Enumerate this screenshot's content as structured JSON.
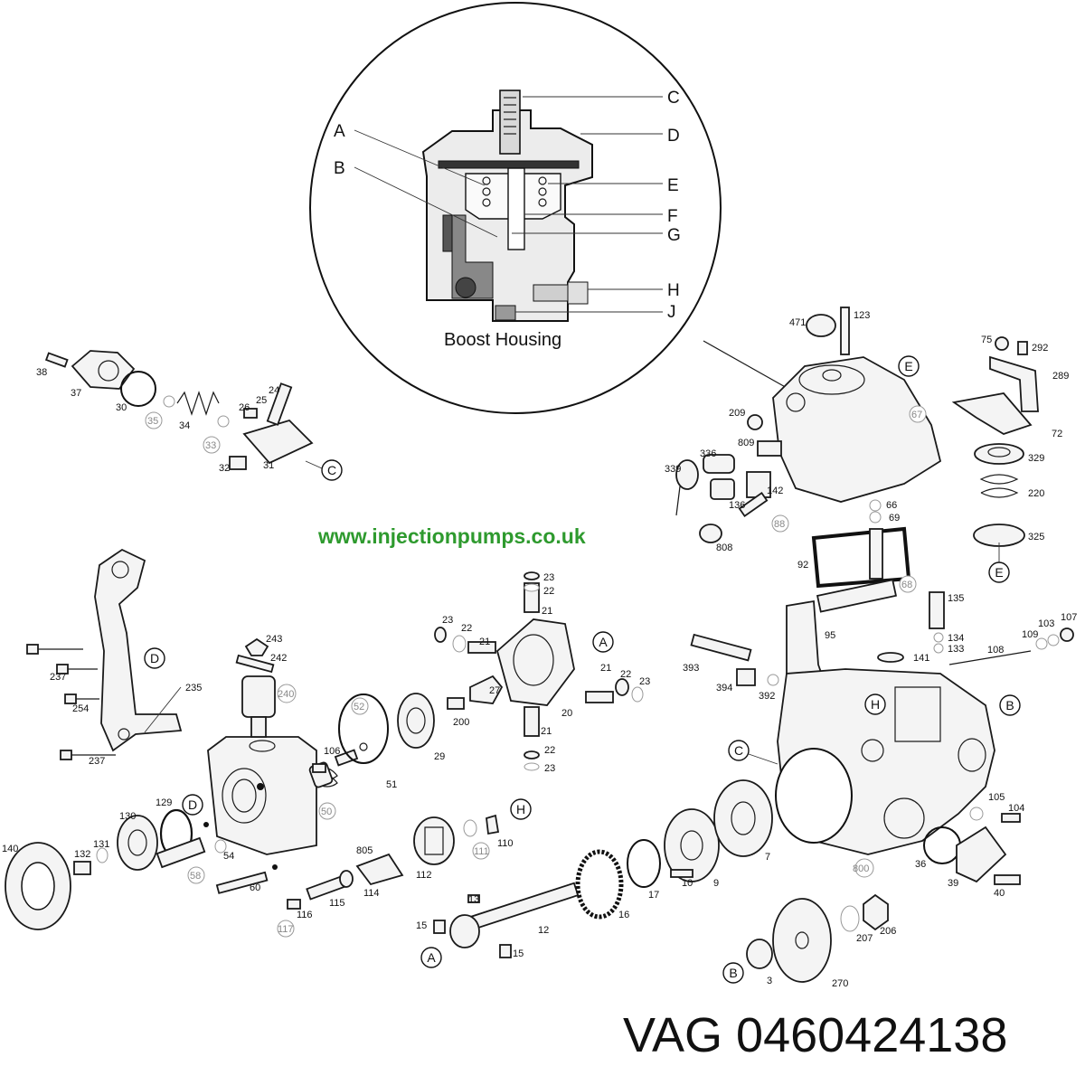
{
  "website": "www.injectionpumps.co.uk",
  "product_label": "VAG 0460424138",
  "inset": {
    "caption": "Boost Housing",
    "letters": [
      "A",
      "B",
      "C",
      "D",
      "E",
      "F",
      "G",
      "H",
      "J"
    ]
  },
  "bubbles": {
    "C_top": "C",
    "D_bracket": "D",
    "A_rotor": "A",
    "H_small": "H",
    "D_head": "D",
    "E_cover": "E",
    "E_bottom": "E",
    "H_housing": "H",
    "B_housing": "B",
    "C_housing": "C",
    "A_shaft": "A",
    "B_hub": "B"
  },
  "numbers": {
    "n38": "38",
    "n37": "37",
    "n30": "30",
    "n35": "35",
    "n34": "34",
    "n33": "33",
    "n26": "26",
    "n25": "25",
    "n24": "24",
    "n32": "32",
    "n31": "31",
    "n471": "471",
    "n123": "123",
    "n209": "209",
    "n67": "67",
    "n336": "336",
    "n809": "809",
    "n339": "339",
    "n136": "136",
    "n142": "142",
    "n88": "88",
    "n808": "808",
    "n66": "66",
    "n69": "69",
    "n75": "75",
    "n292": "292",
    "n289": "289",
    "n72": "72",
    "n329": "329",
    "n220": "220",
    "n325": "325",
    "n92": "92",
    "n68": "68",
    "n135": "135",
    "n95": "95",
    "n134": "134",
    "n133": "133",
    "n109": "109",
    "n103": "103",
    "n107": "107",
    "n108": "108",
    "n141": "141",
    "n393": "393",
    "n394": "394",
    "n392": "392",
    "n237a": "237",
    "n254": "254",
    "n237b": "237",
    "n235": "235",
    "n243": "243",
    "n242": "242",
    "n240": "240",
    "n52": "52",
    "n106": "106",
    "n51": "51",
    "n50": "50",
    "n23a": "23",
    "n22a": "22",
    "n21a": "21",
    "n23b": "23",
    "n22b": "22",
    "n21b": "21",
    "n27": "27",
    "n200": "200",
    "n29": "29",
    "n21c": "21",
    "n22c": "22",
    "n23c": "23",
    "n20": "20",
    "n21d": "21",
    "n22d": "22",
    "n23d": "23",
    "n140": "140",
    "n132": "132",
    "n131": "131",
    "n130": "130",
    "n129": "129",
    "n58": "58",
    "n54": "54",
    "n60": "60",
    "n805": "805",
    "n114": "114",
    "n112": "112",
    "n111": "111",
    "n110": "110",
    "n115": "115",
    "n116": "116",
    "n117": "117",
    "n13": "13",
    "n15a": "15",
    "n12": "12",
    "n15b": "15",
    "n16": "16",
    "n17": "17",
    "n10": "10",
    "n9": "9",
    "n7": "7",
    "n800": "800",
    "n36": "36",
    "n105": "105",
    "n104": "104",
    "n39": "39",
    "n40": "40",
    "n206": "206",
    "n207": "207",
    "n3": "3",
    "n270": "270"
  }
}
